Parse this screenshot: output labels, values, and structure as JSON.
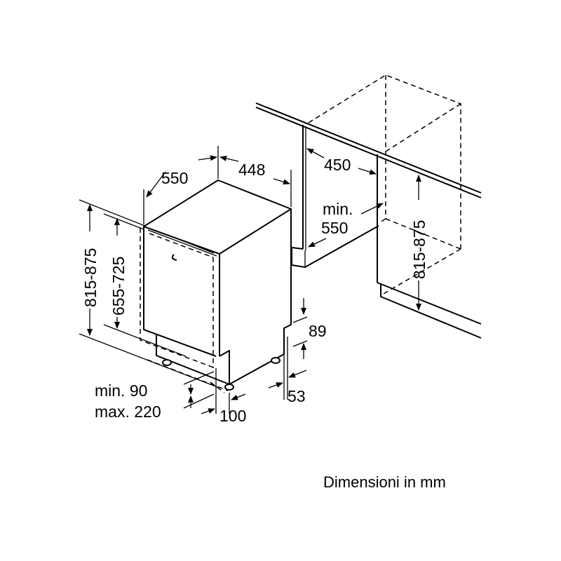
{
  "dimensions": {
    "appliance_depth": "550",
    "appliance_width": "448",
    "niche_width": "450",
    "niche_depth_label": "min.",
    "niche_depth_value": "550",
    "appliance_height": "815-875",
    "door_height": "655-725",
    "niche_height": "815-875",
    "plinth_height": "89",
    "plinth_depth": "53",
    "plinth_gap_min": "min. 90",
    "plinth_gap_max": "max. 220",
    "foot_offset": "100"
  },
  "caption": "Dimensioni in mm"
}
